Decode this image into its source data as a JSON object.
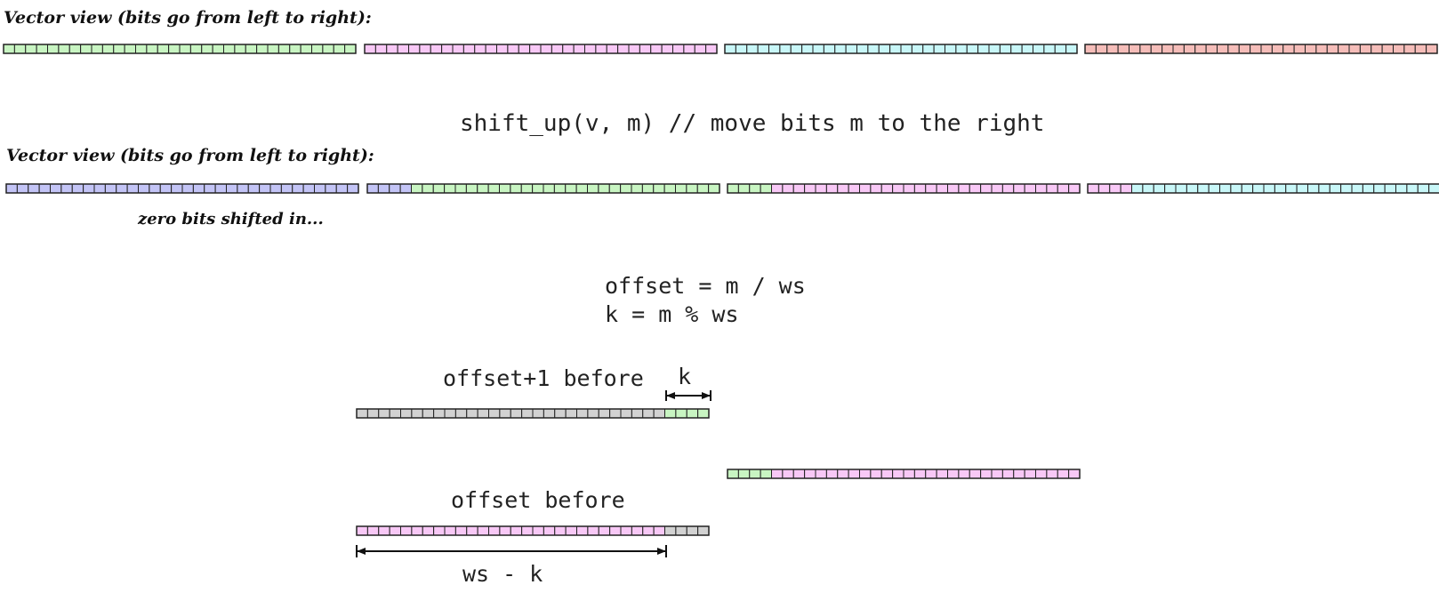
{
  "labels": {
    "vector_view_1": "Vector view (bits go from left to right):",
    "shift_call": "shift_up(v, m) // move bits m to the right",
    "vector_view_2": "Vector view (bits go from left to right):",
    "zero_bits": "zero bits shifted in...",
    "offset_eq": "offset = m / ws",
    "k_eq": "k = m % ws",
    "offset_plus_one_before": "offset+1 before",
    "k_label": "k",
    "offset_before": "offset before",
    "ws_minus_k": "ws - k"
  },
  "colors": {
    "green": "#c8f5c2",
    "pink": "#f8c8f6",
    "cyan": "#c8f7f8",
    "red": "#f5bdb9",
    "blue": "#c3c4f6",
    "gray": "#d2d2d2",
    "stroke": "#222222"
  },
  "cells_per_word": 32,
  "k_bits": 4,
  "rows": {
    "original": [
      [
        "green"
      ],
      [
        "pink"
      ],
      [
        "cyan"
      ],
      [
        "red"
      ]
    ],
    "shifted": [
      [
        "blue"
      ],
      [
        "blue",
        "green"
      ],
      [
        "green",
        "pink"
      ],
      [
        "pink",
        "cyan"
      ]
    ],
    "detail_offset_plus_one": [
      [
        "gray",
        "green"
      ]
    ],
    "detail_result_word": [
      [
        "green",
        "pink"
      ]
    ],
    "detail_offset": [
      [
        "pink",
        "gray"
      ]
    ]
  }
}
